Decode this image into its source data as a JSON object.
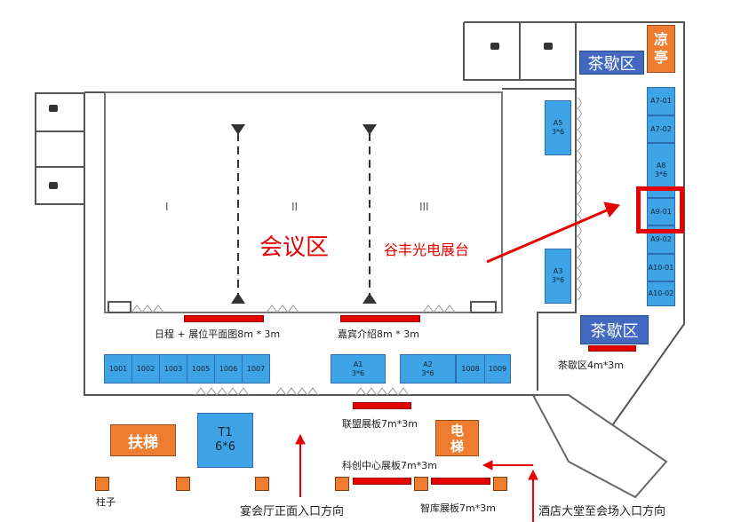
{
  "title_zone": "会议区",
  "rooms": [
    "I",
    "II",
    "III"
  ],
  "highlight_label": "谷丰光电展台",
  "tea_top": "茶歇区",
  "pavilion": "凉\n亭",
  "tea_bottom": "茶歇区",
  "tea_board": "茶歇区4m*3m",
  "right_booths": [
    "A7-01",
    "A7-02",
    "A8\n3*6",
    "A9-01",
    "A9-02",
    "A10-01",
    "A10-02"
  ],
  "a5": "A5\n3*6",
  "a3": "A3\n3*6",
  "board_schedule": "日程 + 展位平面图8m * 3m",
  "board_guests": "嘉宾介绍8m * 3m",
  "row_booths_left": [
    "1001",
    "1002",
    "1003",
    "1005",
    "1006",
    "1007"
  ],
  "a1": "A1\n3*6",
  "a2": "A2\n3*6",
  "row_booths_right": [
    "1008",
    "1009"
  ],
  "board_alliance": "联盟展板7m*3m",
  "escalator": "扶梯",
  "t1": "T1\n6*6",
  "elevator": "电\n梯",
  "board_innovation": "科创中心展板7m*3m",
  "pillar_label": "柱子",
  "entrance_main": "宴会厅正面入口方向",
  "board_think": "智库展板7m*3m",
  "entrance_hotel": "酒店大堂至会场入口方向",
  "colors": {
    "booth": "#3fa4e6",
    "orange": "#ee7d31",
    "tea": "#4268c0",
    "red": "#e60000"
  }
}
